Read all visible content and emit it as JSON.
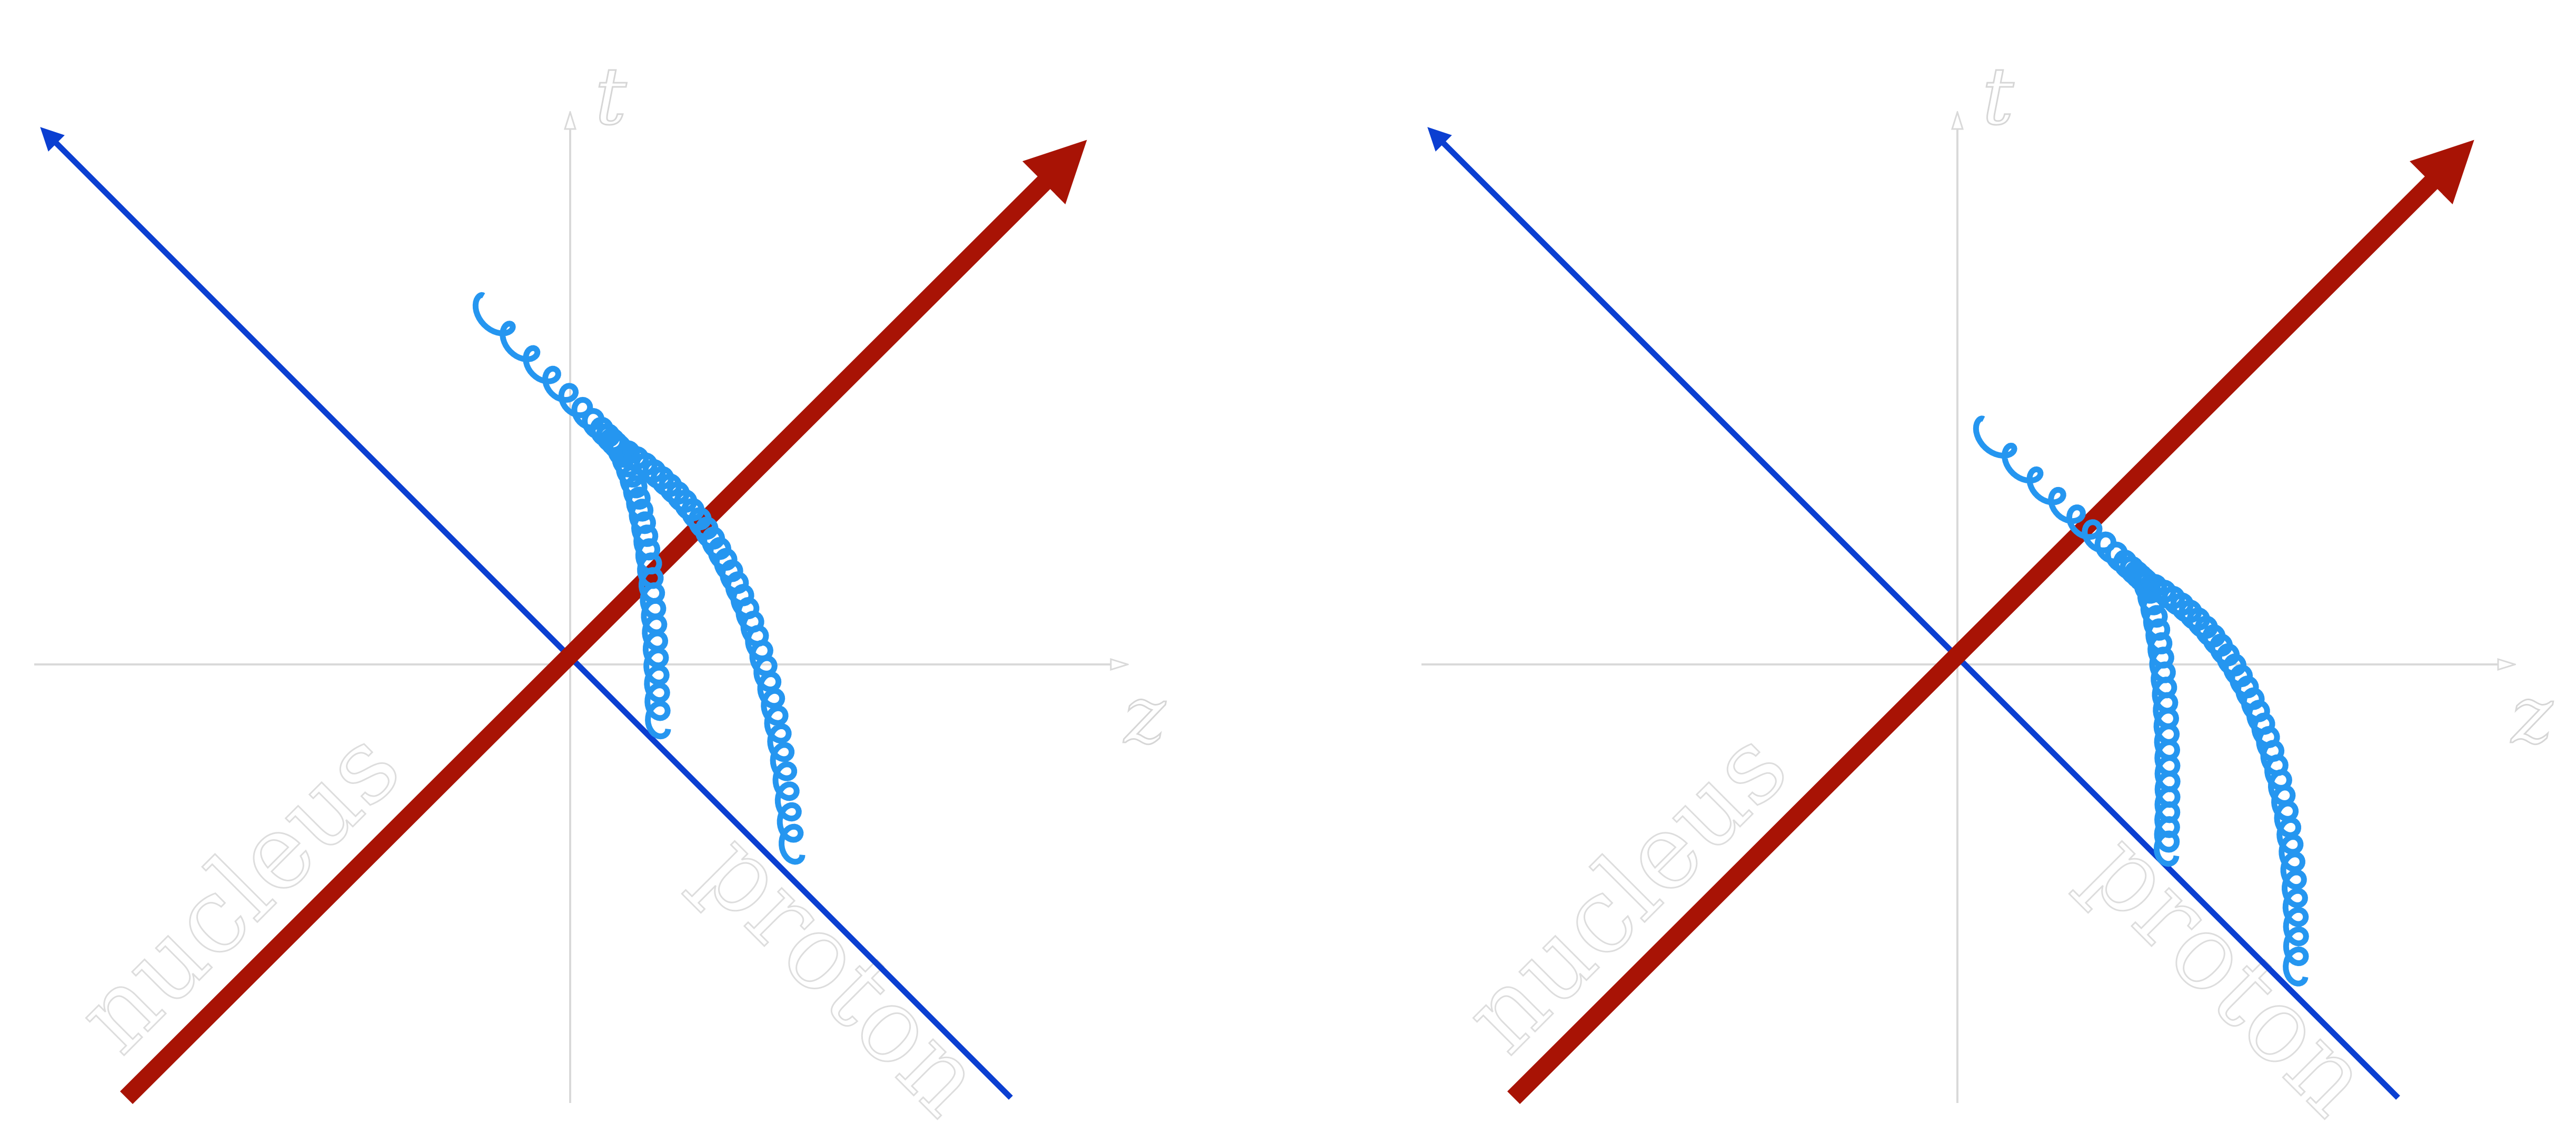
{
  "colors": {
    "axis": "#d9d9d9",
    "proton_line": "#0b3fd1",
    "nucleus_arrow": "#a81305",
    "gluon": "#2596f0",
    "label_outline": "#dddddd"
  },
  "panels": [
    {
      "t_axis_label": "t",
      "z_axis_label": "z",
      "nucleus_label": "nucleus",
      "proton_label": "proton",
      "gluon_vertex": "before-crossing"
    },
    {
      "t_axis_label": "t",
      "z_axis_label": "z",
      "nucleus_label": "nucleus",
      "proton_label": "proton",
      "gluon_vertex": "after-crossing"
    }
  ]
}
